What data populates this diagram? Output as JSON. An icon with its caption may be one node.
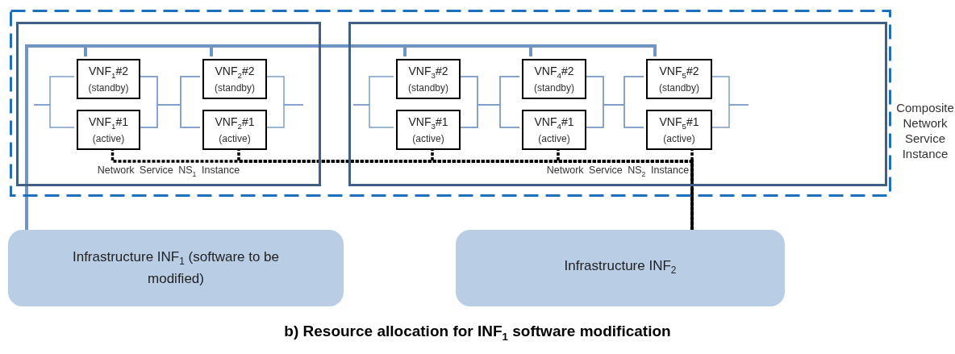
{
  "diagram": {
    "caption": "b) Resource allocation for INF$_{1}$ software modification",
    "nodes": [
      {
        "text": [
          "Composite Network Service Instance"
        ]
      },
      {
        "text": [
          "Network Service NS$_{1}$ Instance"
        ],
        "in": 0
      },
      {
        "text": [
          "VNF$_{1}$#2",
          "(standby)"
        ],
        "in": 1
      },
      {
        "text": [
          "VNF$_{1}$#1",
          "(active)"
        ],
        "in": 1
      },
      {
        "text": [
          "VNF$_{2}$#2",
          "(standby)"
        ],
        "in": 1
      },
      {
        "text": [
          "VNF$_{2}$#1",
          "(active)"
        ],
        "in": 1
      },
      {
        "text": [
          "Network Service NS$_{2}$ Instance"
        ],
        "in": 0
      },
      {
        "text": [
          "VNF$_{3}$#2",
          "(standby)"
        ],
        "in": 6
      },
      {
        "text": [
          "VNF$_{3}$#1",
          "(active)"
        ],
        "in": 6
      },
      {
        "text": [
          "VNF$_{4}$#2",
          "(standby)"
        ],
        "in": 6
      },
      {
        "text": [
          "VNF$_{4}$#1",
          "(active)"
        ],
        "in": 6
      },
      {
        "text": [
          "VNF$_{5}$#2",
          "(standby)"
        ],
        "in": 6
      },
      {
        "text": [
          "VNF$_{5}$#1",
          "(active)"
        ],
        "in": 6
      },
      {
        "text": [
          "Infrastructure INF$_{1}$ (software to be modified)"
        ]
      },
      {
        "text": [
          "Infrastructure INF$_{2}$"
        ]
      }
    ],
    "edges": [
      {
        "from": 13,
        "to": 2,
        "arrow": "none",
        "style": "thick"
      },
      {
        "from": 13,
        "to": 4,
        "arrow": "none",
        "style": "thick"
      },
      {
        "from": 13,
        "to": 7,
        "arrow": "none",
        "style": "thick"
      },
      {
        "from": 13,
        "to": 9,
        "arrow": "none",
        "style": "thick"
      },
      {
        "from": 13,
        "to": 11,
        "arrow": "none",
        "style": "thick"
      },
      {
        "from": 3,
        "to": 14,
        "arrow": "none",
        "style": "dashed",
        "color": "#000000"
      },
      {
        "from": 5,
        "to": 14,
        "arrow": "none",
        "style": "dashed",
        "color": "#000000"
      },
      {
        "from": 8,
        "to": 14,
        "arrow": "none",
        "style": "dashed",
        "color": "#000000"
      },
      {
        "from": 10,
        "to": 14,
        "arrow": "none",
        "style": "dashed",
        "color": "#000000"
      },
      {
        "from": 12,
        "to": 14,
        "arrow": "none",
        "style": "dashed",
        "color": "#000000"
      },
      {
        "from": null,
        "to": 2,
        "arrow": "none"
      },
      {
        "from": null,
        "to": 3,
        "arrow": "none"
      },
      {
        "from": 2,
        "to": 4,
        "arrow": "none"
      },
      {
        "from": 2,
        "to": 5,
        "arrow": "none"
      },
      {
        "from": 3,
        "to": 4,
        "arrow": "none"
      },
      {
        "from": 3,
        "to": 5,
        "arrow": "none"
      },
      {
        "from": 4,
        "to": null,
        "arrow": "none"
      },
      {
        "from": 5,
        "to": null,
        "arrow": "none"
      },
      {
        "from": null,
        "to": 7,
        "arrow": "none"
      },
      {
        "from": null,
        "to": 8,
        "arrow": "none"
      },
      {
        "from": 7,
        "to": 9,
        "arrow": "none"
      },
      {
        "from": 7,
        "to": 10,
        "arrow": "none"
      },
      {
        "from": 8,
        "to": 9,
        "arrow": "none"
      },
      {
        "from": 8,
        "to": 10,
        "arrow": "none"
      },
      {
        "from": 9,
        "to": 11,
        "arrow": "none"
      },
      {
        "from": 9,
        "to": 12,
        "arrow": "none"
      },
      {
        "from": 10,
        "to": 11,
        "arrow": "none"
      },
      {
        "from": 10,
        "to": 12,
        "arrow": "none"
      },
      {
        "from": 11,
        "to": null,
        "arrow": "none"
      },
      {
        "from": 12,
        "to": null,
        "arrow": "none"
      }
    ]
  }
}
